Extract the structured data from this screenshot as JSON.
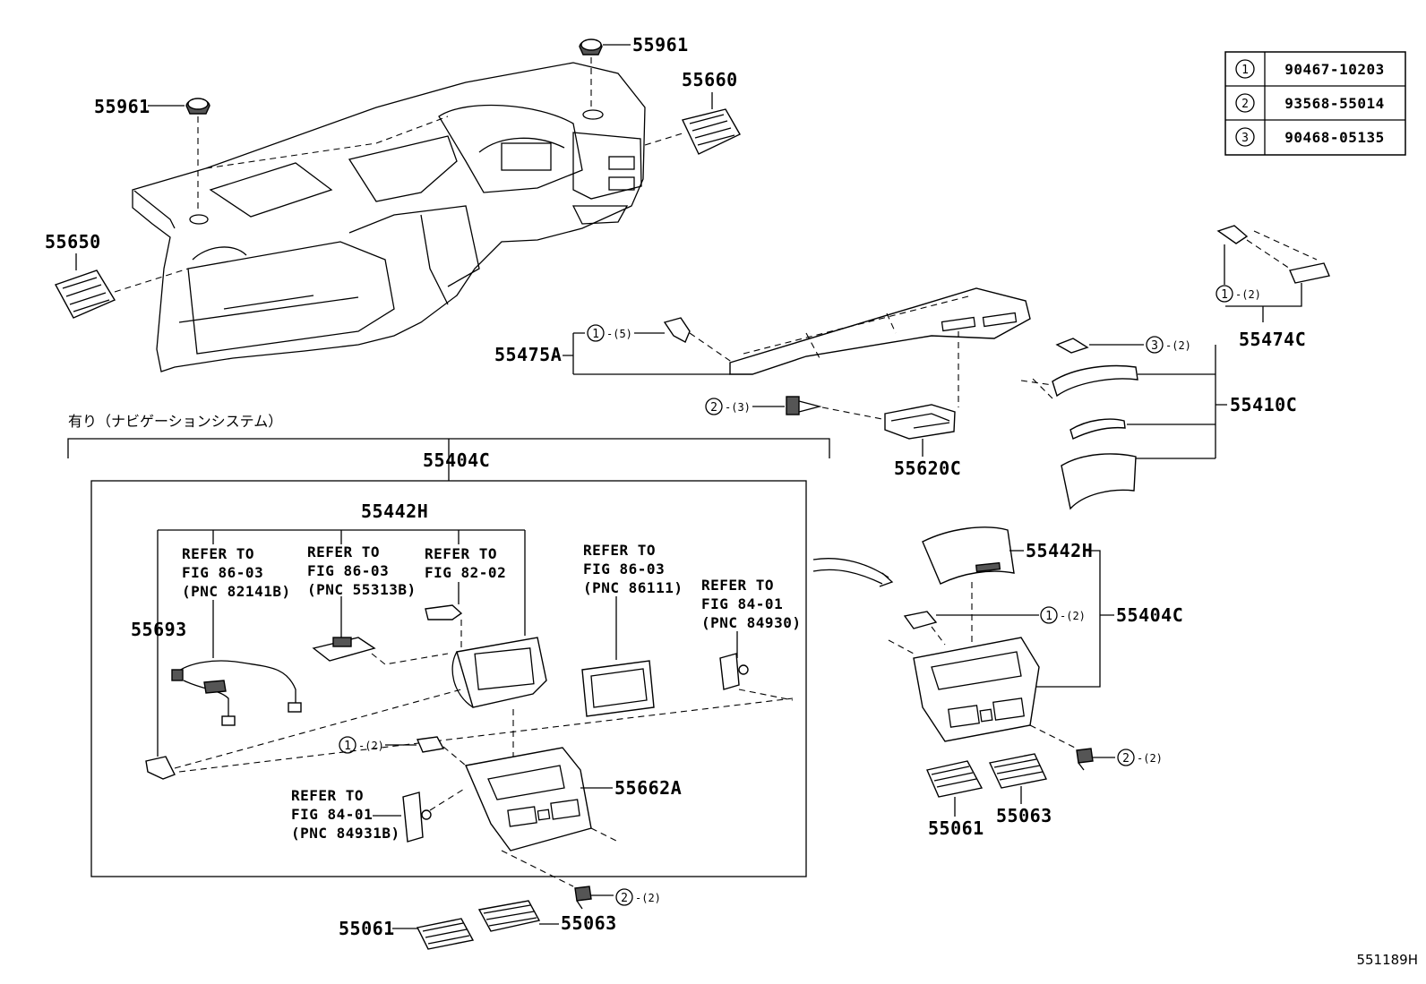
{
  "fastener_table": [
    {
      "ref": "1",
      "part_no": "90467-10203"
    },
    {
      "ref": "2",
      "part_no": "93568-55014"
    },
    {
      "ref": "3",
      "part_no": "90468-05135"
    }
  ],
  "callouts": {
    "p55961_top": "55961",
    "p55961_left": "55961",
    "p55660": "55660",
    "p55650": "55650",
    "p55475A": "55475A",
    "p55620C": "55620C",
    "p55474C": "55474C",
    "p55410C": "55410C",
    "p55404C_frame": "55404C",
    "p55442H_frame": "55442H",
    "p55693": "55693",
    "p55662A": "55662A",
    "p55061_bottom": "55061",
    "p55063_bottom": "55063",
    "p55442H_right": "55442H",
    "p55404C_right": "55404C",
    "p55061_right": "55061",
    "p55063_right": "55063"
  },
  "fastener_refs": {
    "r475": {
      "ref": "1",
      "qty": "-(5)"
    },
    "r620": {
      "ref": "2",
      "qty": "-(3)"
    },
    "r474": {
      "ref": "1",
      "qty": "-(2)"
    },
    "r410": {
      "ref": "3",
      "qty": "-(2)"
    },
    "r_box": {
      "ref": "1",
      "qty": "-(2)"
    },
    "r_box_bottom": {
      "ref": "2",
      "qty": "-(2)"
    },
    "r_right_clip": {
      "ref": "1",
      "qty": "-(2)"
    },
    "r_right_screw": {
      "ref": "2",
      "qty": "-(2)"
    }
  },
  "navigation_note": "有り（ナビゲーションシステム）",
  "refer_notes": [
    {
      "l1": "REFER TO",
      "l2": "FIG 86-03",
      "l3": "(PNC 82141B)"
    },
    {
      "l1": "REFER TO",
      "l2": "FIG 86-03",
      "l3": "(PNC 55313B)"
    },
    {
      "l1": "REFER TO",
      "l2": "FIG 82-02",
      "l3": ""
    },
    {
      "l1": "REFER TO",
      "l2": "FIG 86-03",
      "l3": "(PNC 86111)"
    },
    {
      "l1": "REFER TO",
      "l2": "FIG 84-01",
      "l3": "(PNC 84930)"
    },
    {
      "l1": "REFER TO",
      "l2": "FIG 84-01",
      "l3": "(PNC 84931B)"
    }
  ],
  "diagram_code": "551189H"
}
